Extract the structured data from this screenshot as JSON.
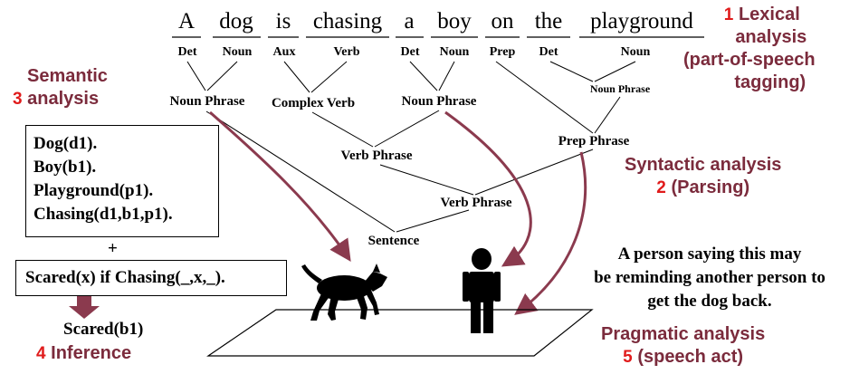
{
  "sentence": {
    "words": [
      "A",
      "dog",
      "is",
      "chasing",
      "a",
      "boy",
      "on",
      "the",
      "playground"
    ],
    "pos_tags": [
      "Det",
      "Noun",
      "Aux",
      "Verb",
      "Det",
      "Noun",
      "Prep",
      "Det",
      "Noun"
    ]
  },
  "parse_nodes": {
    "np1": "Noun Phrase",
    "cv": "Complex Verb",
    "np2": "Noun Phrase",
    "np3": "Noun Phrase",
    "vp1": "Verb Phrase",
    "pp": "Prep Phrase",
    "vp2": "Verb Phrase",
    "s": "Sentence"
  },
  "stages": {
    "lexical": {
      "num": "1",
      "line1": "Lexical",
      "line2": "analysis",
      "line3": "(part-of-speech",
      "line4": "tagging)"
    },
    "syntactic": {
      "num": "2",
      "line1": "Syntactic analysis",
      "line2": "(Parsing)"
    },
    "semantic": {
      "num": "3",
      "line1": "Semantic",
      "line2": "analysis"
    },
    "inference": {
      "num": "4",
      "label": "Inference"
    },
    "pragmatic": {
      "num": "5",
      "line1": "Pragmatic analysis",
      "line2": "(speech act)"
    }
  },
  "semantic_box": {
    "facts": [
      "Dog(d1).",
      "Boy(b1).",
      "Playground(p1).",
      "Chasing(d1,b1,p1)."
    ]
  },
  "plus": "+",
  "rule_box": {
    "text": "Scared(x) if Chasing(_,x,_)."
  },
  "inference_result": "Scared(b1)",
  "pragmatic_quote": {
    "line1": "A person saying this may",
    "line2": "be reminding another person to",
    "line3": "get the dog back."
  },
  "colors": {
    "arrow": "#8b3a4e",
    "stage_label": "#7b2b3c",
    "number": "#e01b1b"
  },
  "icons": [
    "dog-silhouette-icon",
    "person-silhouette-icon"
  ]
}
